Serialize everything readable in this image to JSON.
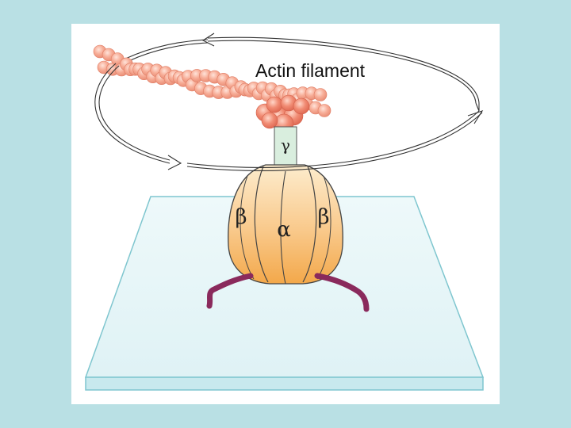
{
  "figure": {
    "title_label": "Actin filament",
    "labels": {
      "gamma": "γ",
      "alpha": "α",
      "beta_left": "β",
      "beta_right": "β"
    }
  },
  "colors": {
    "background": "#b9e0e4",
    "panel": "#ffffff",
    "bead": "#f4a48f",
    "bead_dark": "#ea7b66",
    "motor_top": "#fbe3b8",
    "motor_bottom": "#f6b35c",
    "gamma_stalk": "#d9eede",
    "slide_fill": "#e3f4f6",
    "slide_edge": "#7fc6cf",
    "anchor": "#8a2a5c"
  }
}
